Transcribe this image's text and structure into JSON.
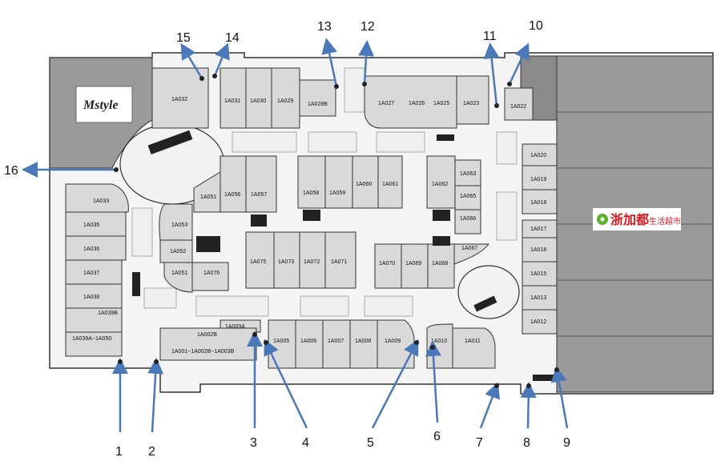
{
  "callouts": [
    "1",
    "2",
    "3",
    "4",
    "5",
    "6",
    "7",
    "8",
    "9",
    "10",
    "11",
    "12",
    "13",
    "14",
    "15",
    "16"
  ],
  "units": {
    "u1A032": "1A032",
    "u1A031": "1A031",
    "u1A030": "1A030",
    "u1A029": "1A029",
    "u1A028B": "1A028B",
    "u1A027": "1A027",
    "u1A026": "1A026",
    "u1A025": "1A025",
    "u1A023": "1A023",
    "u1A022": "1A022",
    "u1A020": "1A020",
    "u1A019": "1A019",
    "u1A018": "1A018",
    "u1A017": "1A017",
    "u1A016": "1A016",
    "u1A015": "1A015",
    "u1A013": "1A013",
    "u1A012": "1A012",
    "u1A033": "1A033",
    "u1A035": "1A035",
    "u1A036": "1A036",
    "u1A037": "1A037",
    "u1A038": "1A038",
    "u1A039B": "1A039B",
    "u1A039A": "1A039A~1A050",
    "u1A051a": "1A051",
    "u1A056": "1A056",
    "u1A057": "1A057",
    "u1A058": "1A058",
    "u1A059": "1A059",
    "u1A060": "1A060",
    "u1A061": "1A061",
    "u1A062": "1A062",
    "u1A063": "1A063",
    "u1A065": "1A065",
    "u1A066": "1A066",
    "u1A067": "1A067",
    "u1A053": "1A053",
    "u1A052": "1A052",
    "u1A051b": "1A051",
    "u1A076": "1A076",
    "u1A075": "1A075",
    "u1A073": "1A073",
    "u1A072": "1A072",
    "u1A071": "1A071",
    "u1A070": "1A070",
    "u1A069": "1A069",
    "u1A068": "1A068",
    "u1A003A": "1A003A",
    "u1A002B": "1A002B",
    "u1A001": "1A001~1A002B~1A003B",
    "u1A005": "1A005",
    "u1A006": "1A006",
    "u1A007": "1A007",
    "u1A008": "1A008",
    "u1A009": "1A009",
    "u1A010": "1A010",
    "u1A011": "1A011"
  },
  "brands": {
    "left_logo": "Mstyle",
    "supermarket": "浙加都",
    "supermarket_sub": "生活超市"
  },
  "colors": {
    "unit_fill": "#d9d9d9",
    "anchor_fill": "#9a9a9a",
    "dark_block": "#7a7a7a",
    "arrow": "#4a78b8",
    "logo_green": "#5ab32a",
    "logo_red": "#e0141e"
  }
}
